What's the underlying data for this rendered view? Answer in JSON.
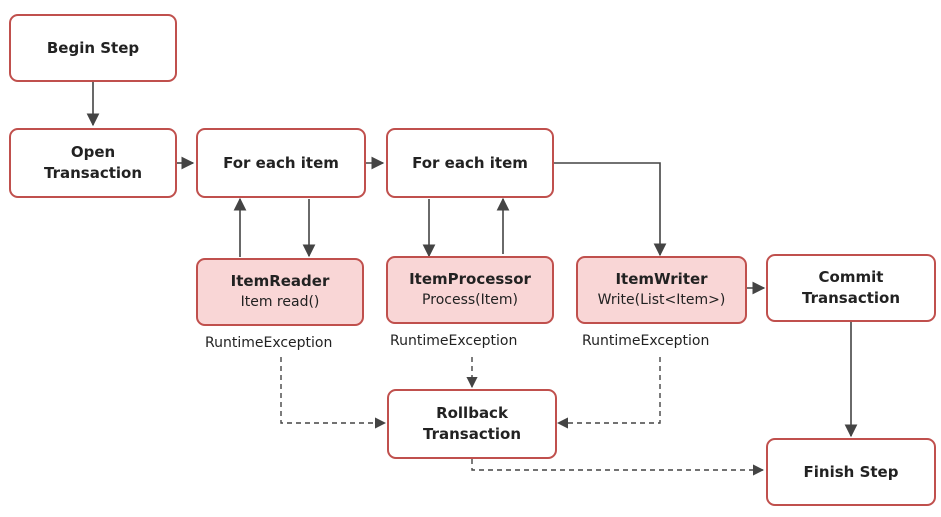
{
  "nodes": {
    "begin_step": {
      "lines": [
        "Begin Step"
      ]
    },
    "open_transaction": {
      "lines": [
        "Open",
        "Transaction"
      ]
    },
    "for_each_1": {
      "lines": [
        "For each item"
      ]
    },
    "for_each_2": {
      "lines": [
        "For each item"
      ]
    },
    "item_reader": {
      "title": "ItemReader",
      "subtitle": "Item read()"
    },
    "item_processor": {
      "title": "ItemProcessor",
      "subtitle": "Process(Item)"
    },
    "item_writer": {
      "title": "ItemWriter",
      "subtitle": "Write(List<Item>)"
    },
    "commit_transaction": {
      "lines": [
        "Commit",
        "Transaction"
      ]
    },
    "rollback_transaction": {
      "lines": [
        "Rollback",
        "Transaction"
      ]
    },
    "finish_step": {
      "lines": [
        "Finish Step"
      ]
    }
  },
  "exceptions": {
    "reader": "RuntimeException",
    "processor": "RuntimeException",
    "writer": "RuntimeException"
  },
  "colors": {
    "border": "#c0504d",
    "highlight_fill": "#f9d6d6",
    "arrow": "#444444"
  }
}
